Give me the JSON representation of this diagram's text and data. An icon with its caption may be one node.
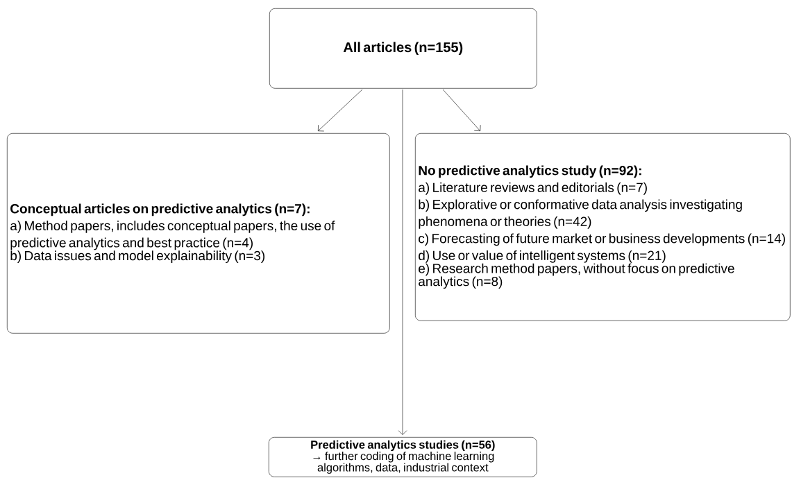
{
  "diagram": {
    "nodes": [
      {
        "text": [
          "All articles (n=155)"
        ]
      },
      {
        "text": [
          "Conceptual articles on predictive analytics (n=7):",
          "a) Method papers, includes conceptual papers, the use of predictive analytics and best practice (n=4)",
          "b) Data issues and model explainability (n=3)"
        ]
      },
      {
        "text": [
          "No predictive analytics study (n=92):",
          "a) Literature reviews and editorials (n=7)",
          "b) Explorative or conformative data analysis investigating phenomena or theories (n=42)",
          "c) Forecasting of future market or business developments (n=14)",
          "d) Use or value of intelligent systems (n=21)",
          "e) Research method papers, without focus on predictive analytics (n=8)"
        ]
      },
      {
        "text": [
          "Predictive analytics studies (n=56)",
          "→ further coding of machine learning algorithms, data, industrial context"
        ]
      }
    ],
    "edges": [
      {
        "from": 0,
        "to": 1,
        "arrow": "to"
      },
      {
        "from": 0,
        "to": 2,
        "arrow": "to"
      },
      {
        "from": 0,
        "to": 3,
        "arrow": "to"
      }
    ]
  }
}
